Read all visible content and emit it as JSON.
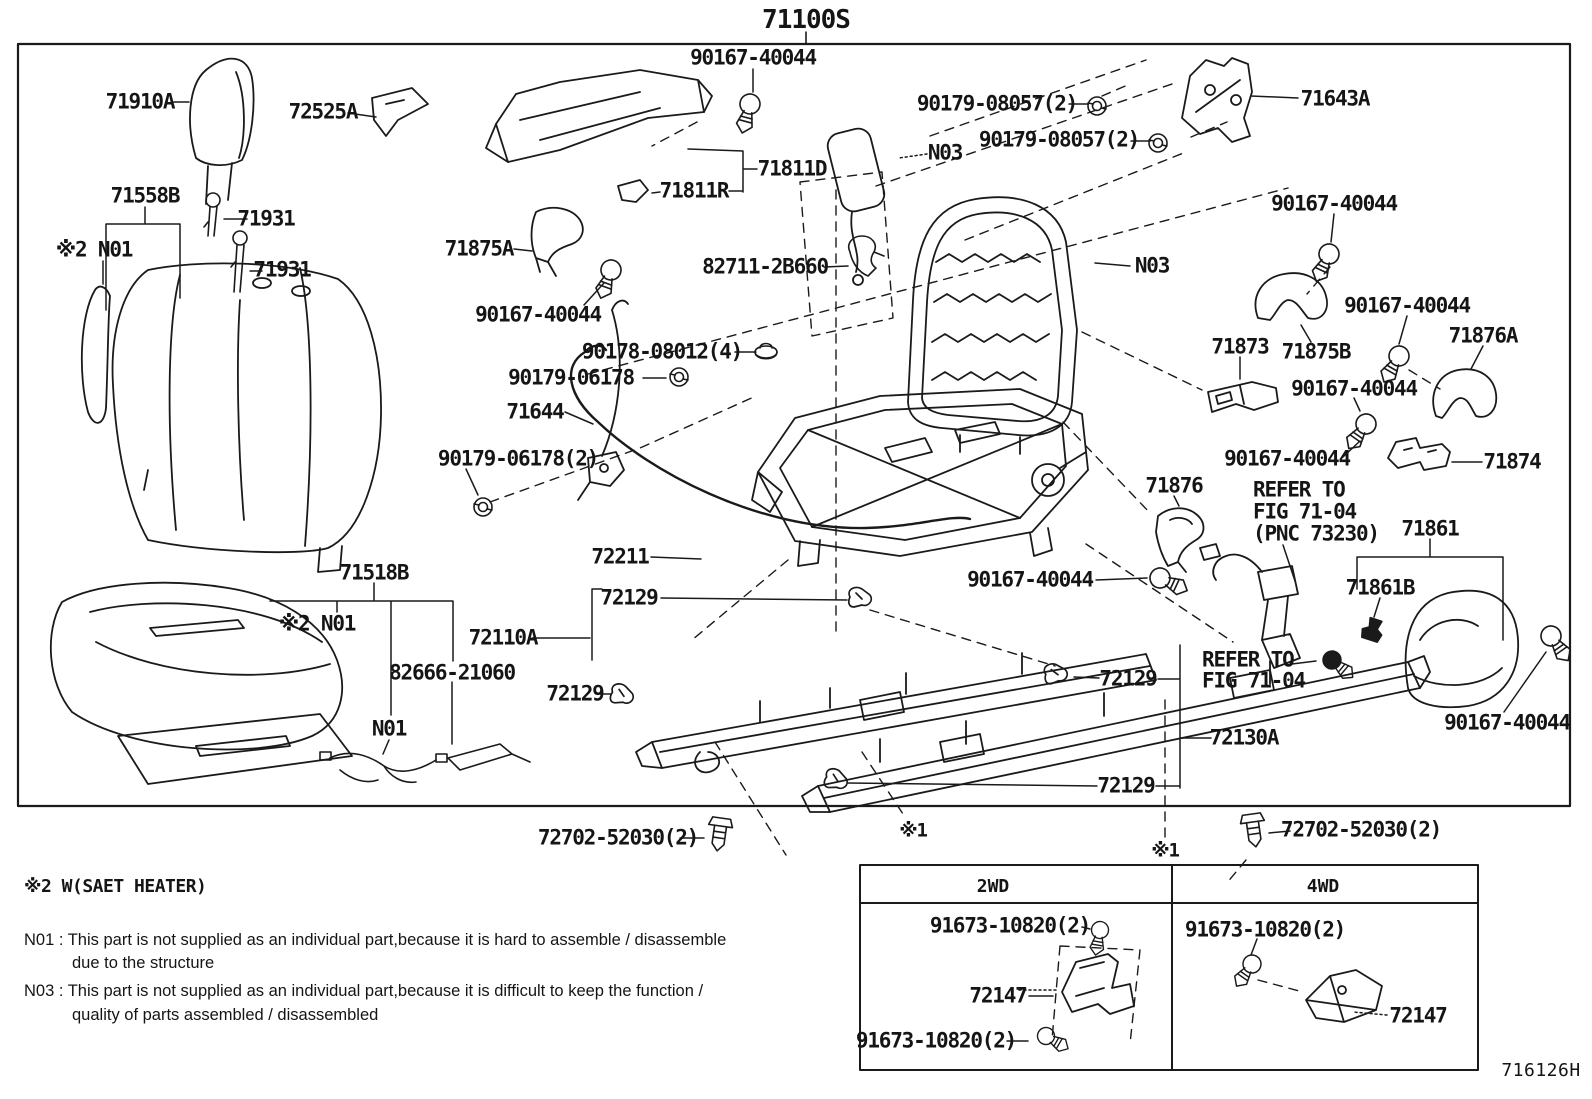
{
  "figure": {
    "title_part_no": "71100S",
    "footer_code": "716126H"
  },
  "colors": {
    "ink": "#1a1a1a",
    "paper": "#ffffff"
  },
  "callouts": [
    {
      "text": "71910A"
    },
    {
      "text": "72525A"
    },
    {
      "text": "90167-40044"
    },
    {
      "text": "90179-08057(2)"
    },
    {
      "text": "71643A"
    },
    {
      "text": "90179-08057(2)"
    },
    {
      "text": "N03"
    },
    {
      "text": "71811D"
    },
    {
      "text": "71811R"
    },
    {
      "text": "71558B"
    },
    {
      "text": "71931"
    },
    {
      "text": "※2 N01"
    },
    {
      "text": "71875A"
    },
    {
      "text": "71931"
    },
    {
      "text": "82711-2B660"
    },
    {
      "text": "N03"
    },
    {
      "text": "90167-40044"
    },
    {
      "text": "90167-40044"
    },
    {
      "text": "90178-08012(4)"
    },
    {
      "text": "90179-06178"
    },
    {
      "text": "71644"
    },
    {
      "text": "90179-06178(2)"
    },
    {
      "text": "71873"
    },
    {
      "text": "71875B"
    },
    {
      "text": "90167-40044"
    },
    {
      "text": "71876A"
    },
    {
      "text": "90167-40044"
    },
    {
      "text": "90167-40044"
    },
    {
      "text": "71874"
    },
    {
      "text": "71876"
    },
    {
      "text": "REFER TO"
    },
    {
      "text": "FIG 71-04"
    },
    {
      "text": "(PNC 73230)"
    },
    {
      "text": "71861"
    },
    {
      "text": "90167-40044"
    },
    {
      "text": "71861B"
    },
    {
      "text": "71518B"
    },
    {
      "text": "72211"
    },
    {
      "text": "72129"
    },
    {
      "text": "※2 N01"
    },
    {
      "text": "72110A"
    },
    {
      "text": "82666-21060"
    },
    {
      "text": "72129"
    },
    {
      "text": "72129"
    },
    {
      "text": "N01"
    },
    {
      "text": "72130A"
    },
    {
      "text": "90167-40044"
    },
    {
      "text": "72129"
    },
    {
      "text": "REFER TO"
    },
    {
      "text": "FIG 71-04"
    },
    {
      "text": "72702-52030(2)"
    },
    {
      "text": "※1"
    },
    {
      "text": "※1"
    },
    {
      "text": "72702-52030(2)"
    }
  ],
  "table": {
    "header_2wd": "2WD",
    "header_4wd": "4WD",
    "labels_2wd": [
      "91673-10820(2)",
      "72147",
      "91673-10820(2)"
    ],
    "labels_4wd": [
      "91673-10820(2)",
      "72147"
    ]
  },
  "notes": {
    "heater": "※2 W(SAET HEATER)",
    "n01_line1": "N01 : This part is not supplied as an individual part,because it is hard to assemble / disassemble",
    "n01_line2": "due to the structure",
    "n03_line1": "N03 : This part is not supplied as an individual part,because it is difficult to keep the function /",
    "n03_line2": "quality of parts assembled / disassembled"
  }
}
